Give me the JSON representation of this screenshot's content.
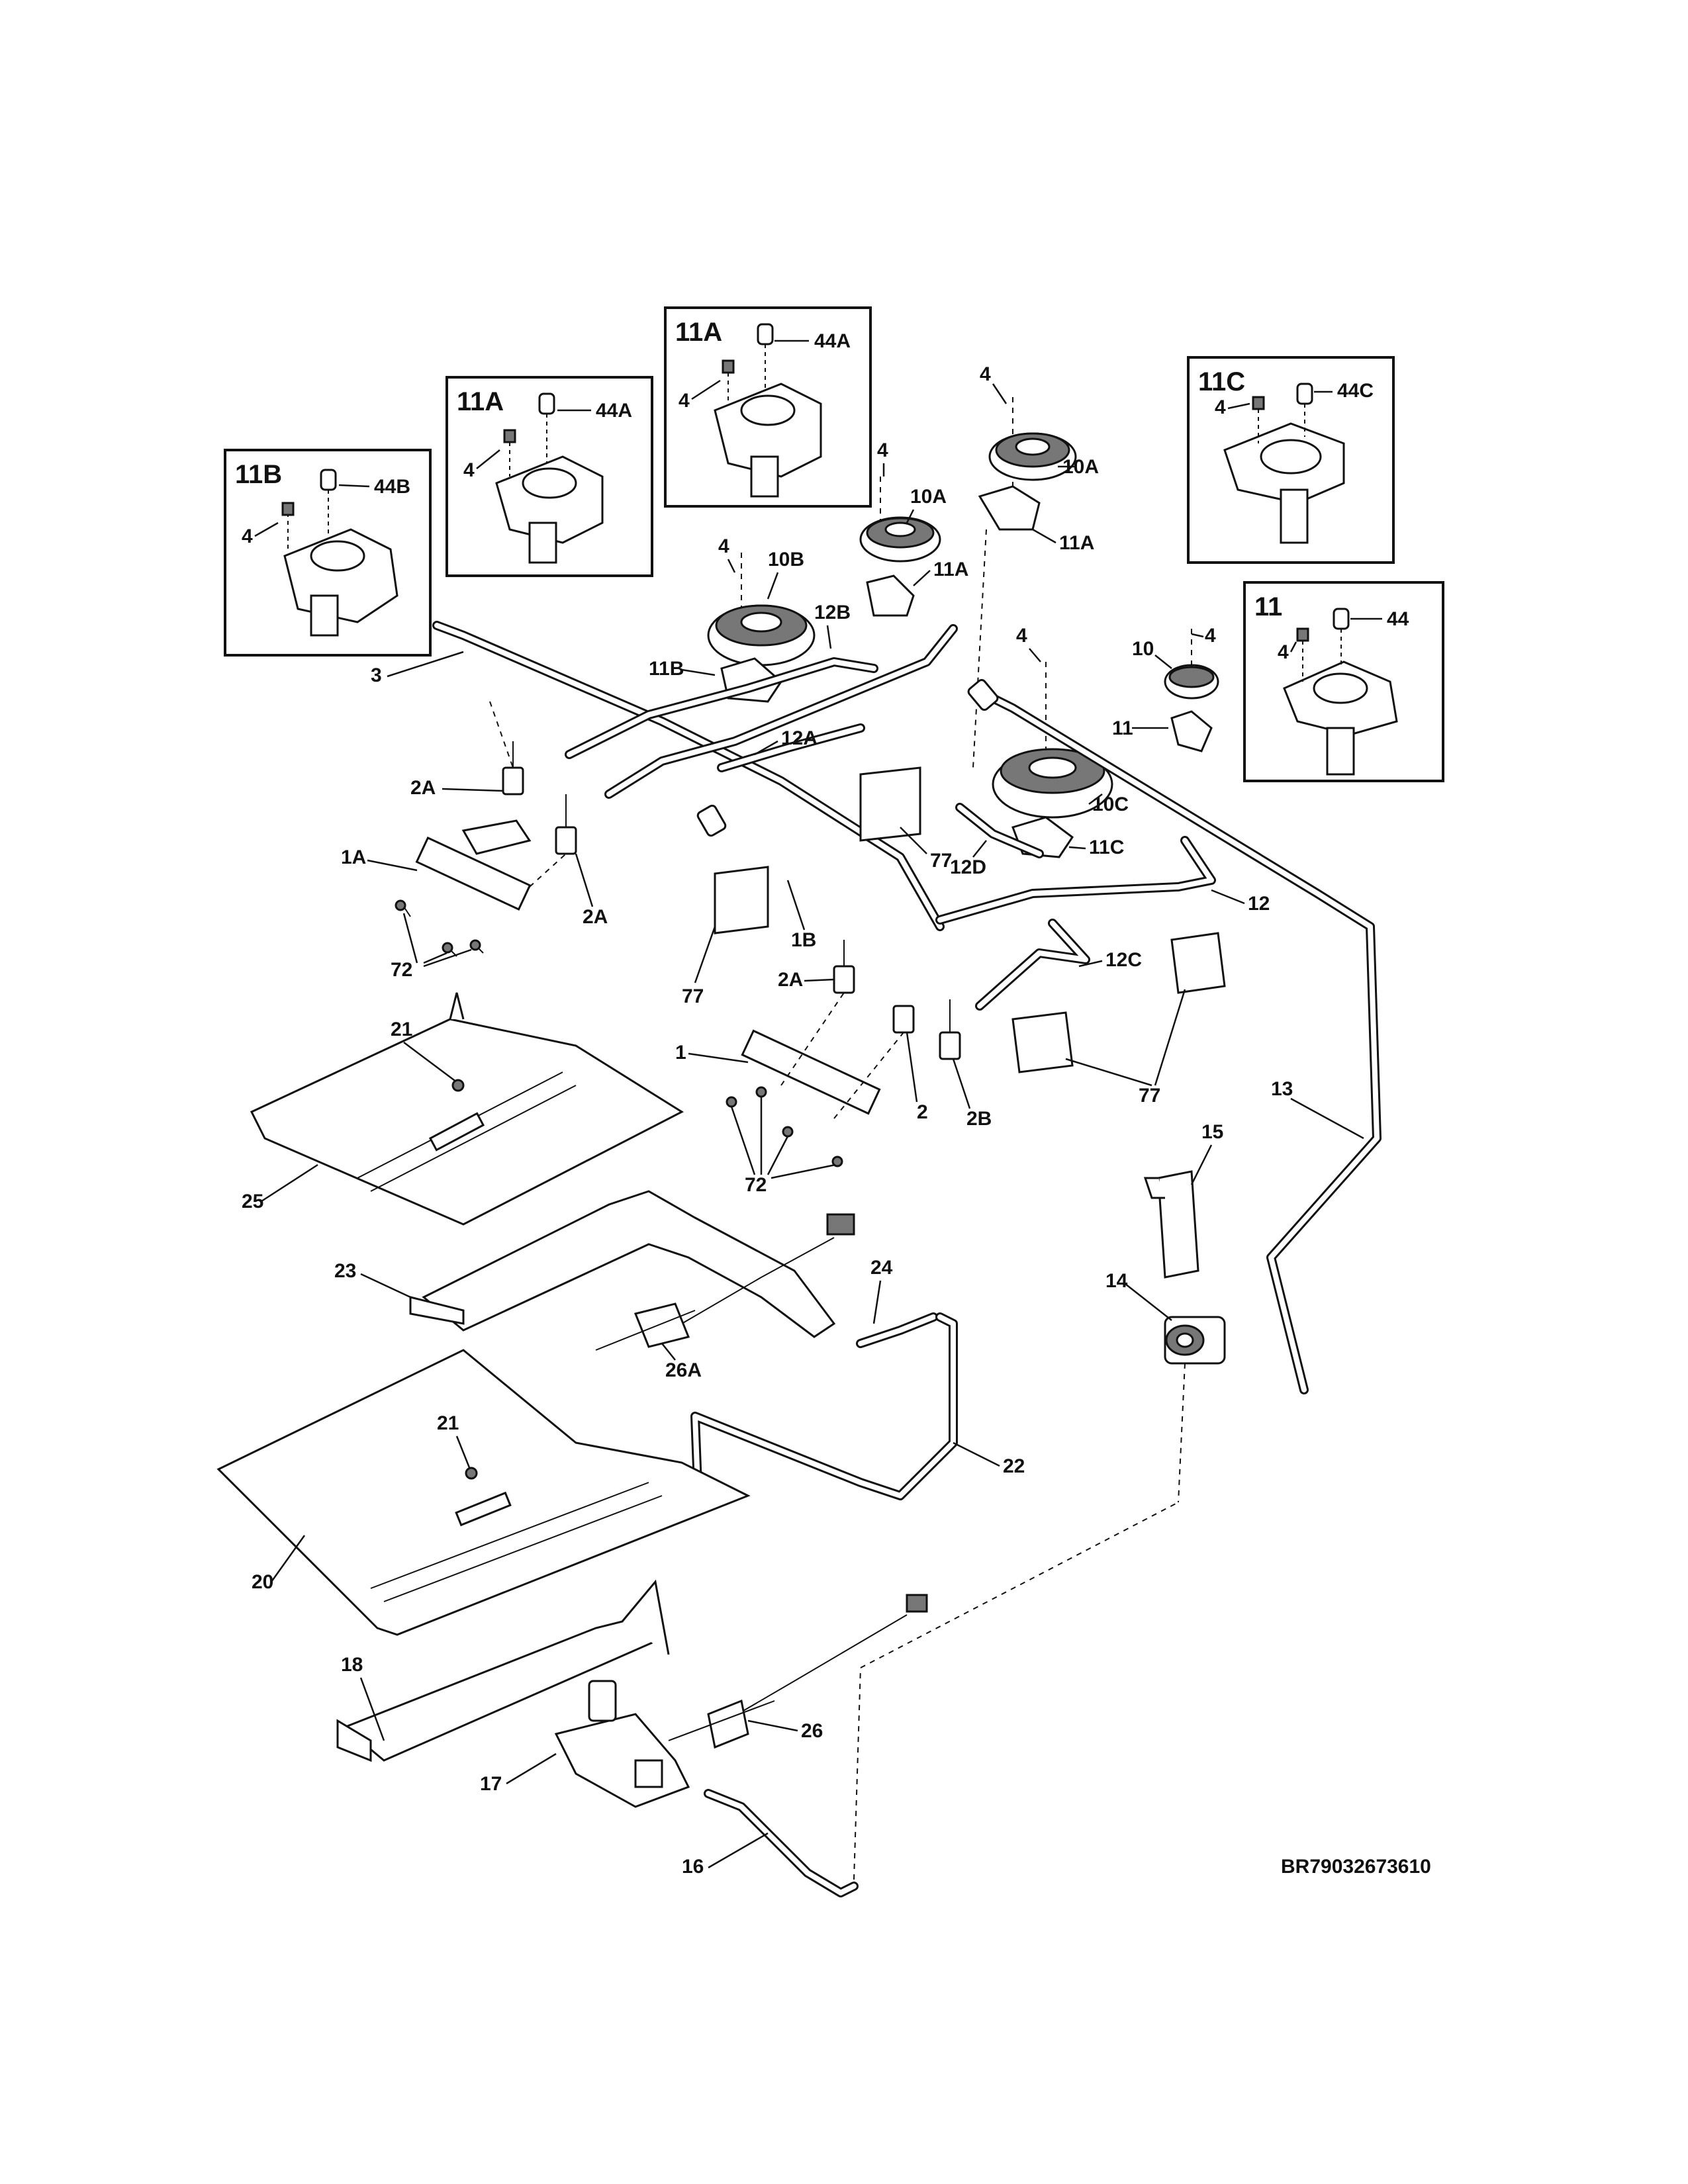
{
  "drawing_code": "BR79032673610",
  "inset_titles": {
    "box1": "11B",
    "box2": "11A",
    "box3": "11A",
    "box4": "11C",
    "box5": "11"
  },
  "callouts": {
    "c_box1_4": "4",
    "c_box1_44B": "44B",
    "c_box2_4": "4",
    "c_box2_44A": "44A",
    "c_box3_4": "4",
    "c_box3_44A": "44A",
    "c_box4_4": "4",
    "c_box4_44C": "44C",
    "c_box5_4": "4",
    "c_box5_44": "44",
    "c_4a": "4",
    "c_10A_top": "10A",
    "c_11A_top": "11A",
    "c_4b": "4",
    "c_10A_mid": "10A",
    "c_11A_mid": "11A",
    "c_4c": "4",
    "c_10B": "10B",
    "c_11B": "11B",
    "c_12B": "12B",
    "c_3": "3",
    "c_12A": "12A",
    "c_4d": "4",
    "c_4e": "4",
    "c_10": "10",
    "c_11": "11",
    "c_2A_left": "2A",
    "c_1A": "1A",
    "c_2A_left2": "2A",
    "c_72_left": "72",
    "c_77_mid": "77",
    "c_77_right": "77",
    "c_1B": "1B",
    "c_10C": "10C",
    "c_11C": "11C",
    "c_12D": "12D",
    "c_12": "12",
    "c_12C": "12C",
    "c_2A_mid": "2A",
    "c_1": "1",
    "c_2": "2",
    "c_2B": "2B",
    "c_72_mid": "72",
    "c_77_low": "77",
    "c_21_top": "21",
    "c_25": "25",
    "c_23": "23",
    "c_24": "24",
    "c_26A": "26A",
    "c_13": "13",
    "c_15": "15",
    "c_14": "14",
    "c_22": "22",
    "c_21_low": "21",
    "c_20": "20",
    "c_18": "18",
    "c_17": "17",
    "c_26": "26",
    "c_16": "16"
  }
}
